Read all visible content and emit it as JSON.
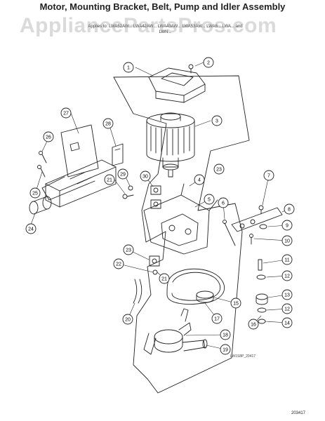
{
  "title": "Motor, Mounting Bracket, Belt, Pump and Idler Assembly",
  "subtitle_lines": [
    "Applies to: LWA52AW... LWA42AW... LWA43AW... LWA53AW... LWA6... LWA... and",
    "LWN..."
  ],
  "watermark": "AppliancePartsPros.com",
  "drawing_ref": "LW1S8P_20417",
  "diagram_id": "203417",
  "callouts": [
    "1",
    "2",
    "3",
    "4",
    "5",
    "6",
    "7",
    "8",
    "9",
    "10",
    "11",
    "12",
    "13",
    "14",
    "15",
    "16",
    "17",
    "18",
    "19",
    "20",
    "21",
    "21",
    "22",
    "23",
    "23",
    "24",
    "25",
    "26",
    "27",
    "28",
    "29",
    "30"
  ]
}
